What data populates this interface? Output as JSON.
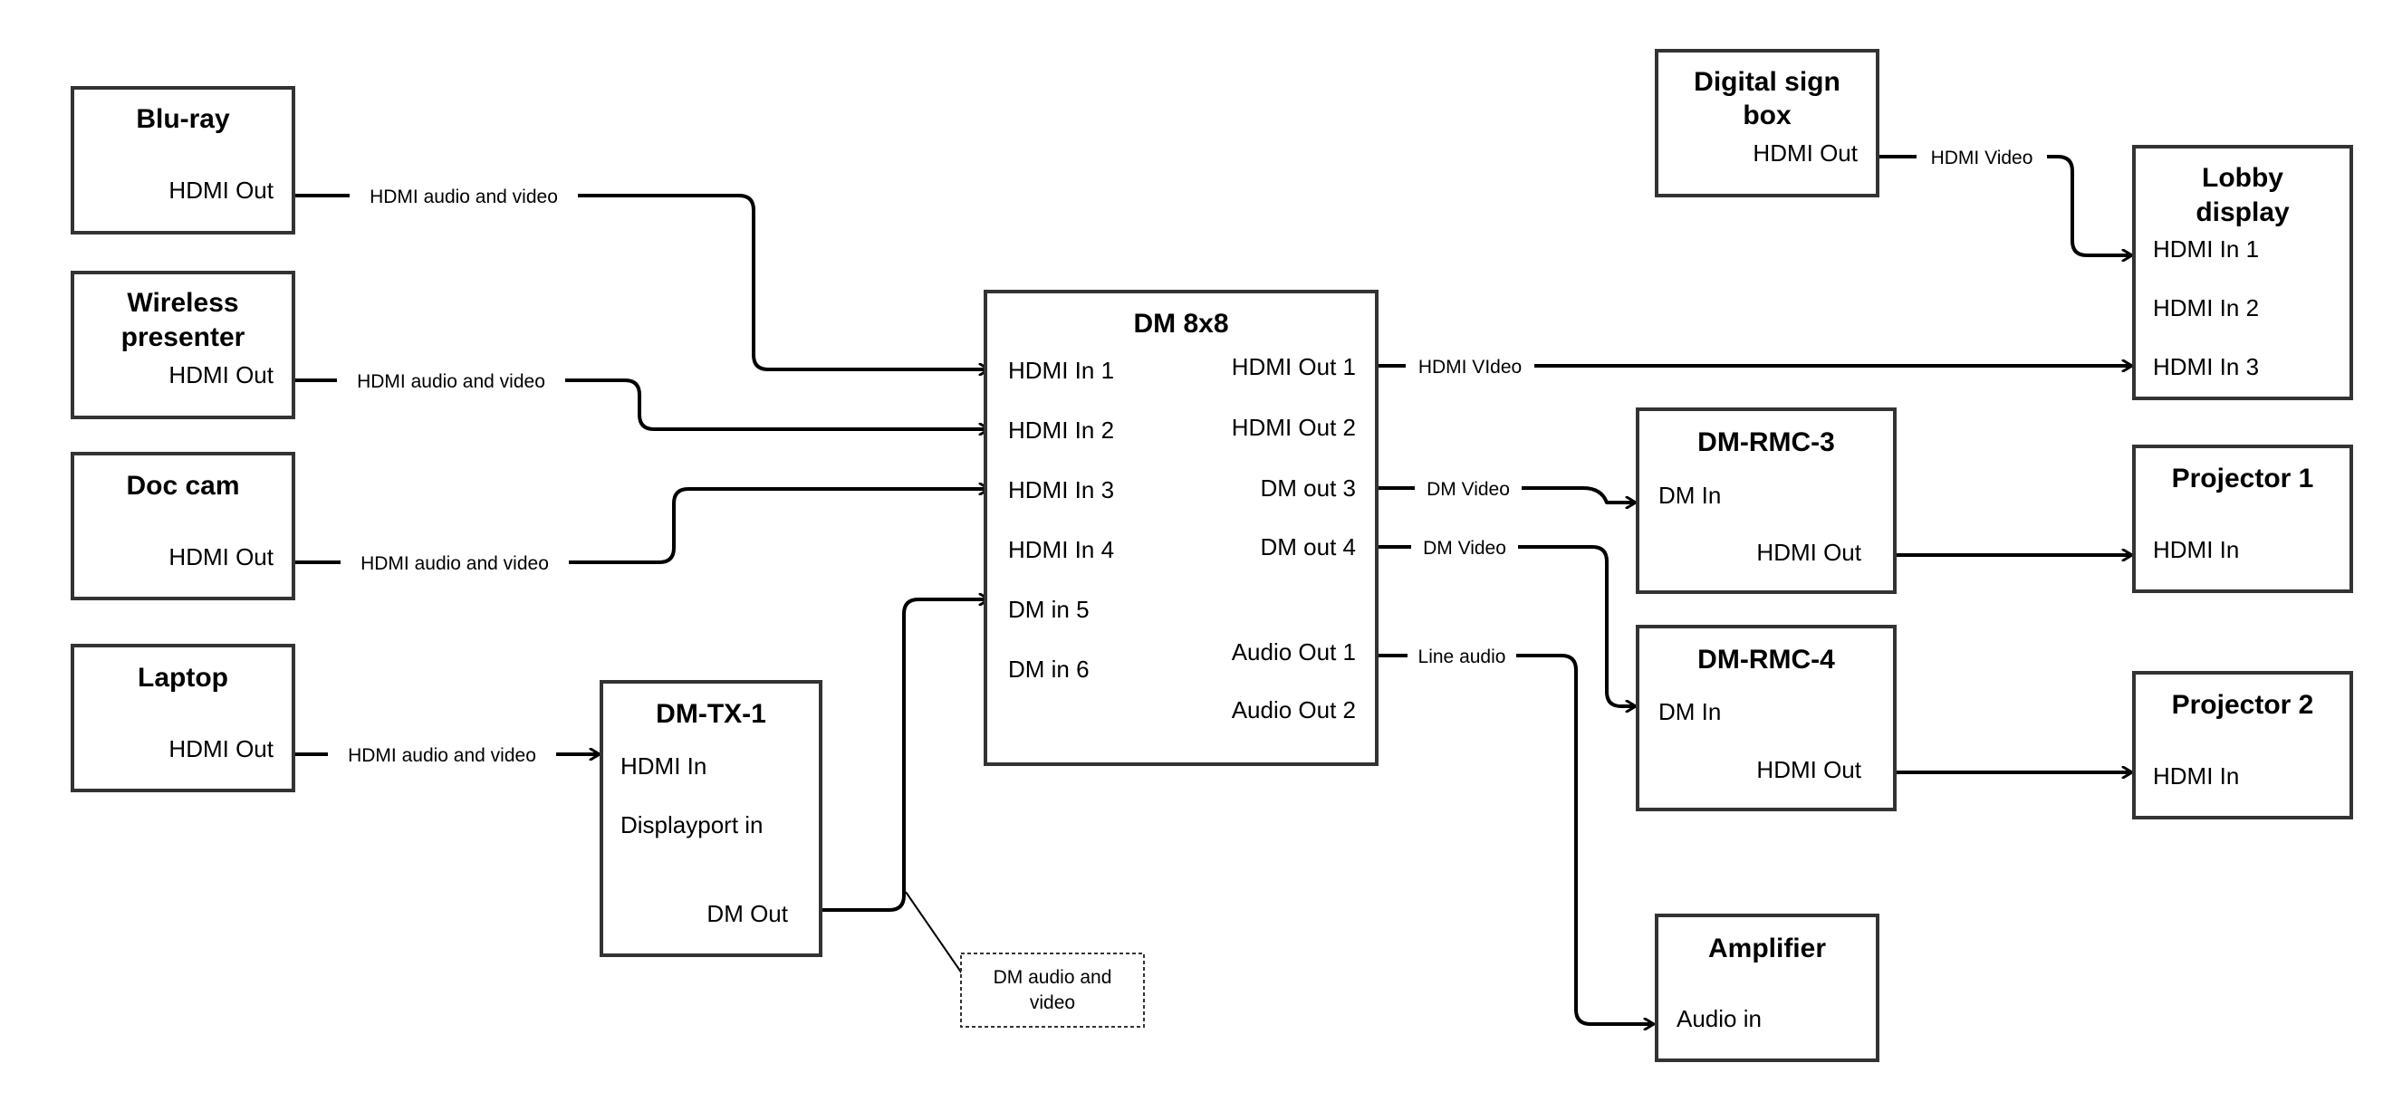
{
  "devices": {
    "bluray": {
      "title": "Blu-ray",
      "hdmi_out": "HDMI Out"
    },
    "wireless": {
      "title_line1": "Wireless",
      "title_line2": "presenter",
      "hdmi_out": "HDMI Out"
    },
    "doccam": {
      "title": "Doc cam",
      "hdmi_out": "HDMI Out"
    },
    "laptop": {
      "title": "Laptop",
      "hdmi_out": "HDMI Out"
    },
    "dmtx1": {
      "title": "DM-TX-1",
      "hdmi_in": "HDMI In",
      "displayport_in": "Displayport in",
      "dm_out": "DM Out"
    },
    "dm8x8": {
      "title": "DM 8x8",
      "inputs": [
        "HDMI In 1",
        "HDMI In 2",
        "HDMI In 3",
        "HDMI In 4",
        "DM in 5",
        "DM in 6"
      ],
      "outputs": [
        "HDMI Out 1",
        "HDMI Out 2",
        "DM out 3",
        "DM out 4",
        "Audio Out 1",
        "Audio Out 2"
      ]
    },
    "signbox": {
      "title_line1": "Digital sign",
      "title_line2": "box",
      "hdmi_out": "HDMI Out"
    },
    "lobby": {
      "title_line1": "Lobby",
      "title_line2": "display",
      "inputs": [
        "HDMI In 1",
        "HDMI In 2",
        "HDMI In 3"
      ]
    },
    "rmc3": {
      "title": "DM-RMC-3",
      "dm_in": "DM In",
      "hdmi_out": "HDMI Out"
    },
    "rmc4": {
      "title": "DM-RMC-4",
      "dm_in": "DM In",
      "hdmi_out": "HDMI Out"
    },
    "projector1": {
      "title": "Projector 1",
      "hdmi_in": "HDMI In"
    },
    "projector2": {
      "title": "Projector 2",
      "hdmi_in": "HDMI In"
    },
    "amplifier": {
      "title": "Amplifier",
      "audio_in": "Audio in"
    }
  },
  "connections": {
    "bluray_to_dm8x8": "HDMI audio and video",
    "wireless_to_dm8x8": "HDMI audio and video",
    "doccam_to_dm8x8": "HDMI audio and video",
    "laptop_to_dmtx1": "HDMI audio and video",
    "signbox_to_lobby": "HDMI Video",
    "dm8x8_to_lobby": "HDMI VIdeo",
    "dm8x8_to_rmc3": "DM Video",
    "dm8x8_to_rmc4": "DM Video",
    "dm8x8_to_amplifier": "Line audio"
  },
  "note": {
    "line1": "DM audio and",
    "line2": "video"
  },
  "style": {
    "line_color": "#000000",
    "box_stroke": "#333333",
    "background": "#ffffff"
  }
}
